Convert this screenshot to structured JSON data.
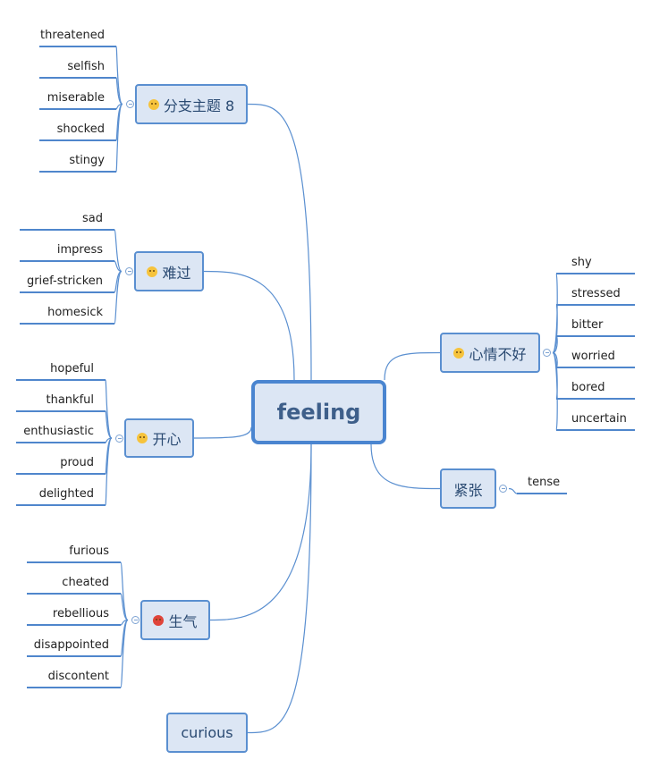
{
  "central": {
    "label": "feeling"
  },
  "branches": [
    {
      "label": "分支主题 8",
      "icon": "emoji-icon",
      "children": [
        "threatened",
        "selfish",
        "miserable",
        "shocked",
        "stingy"
      ]
    },
    {
      "label": "难过",
      "icon": "emoji-icon",
      "children": [
        "sad",
        "impress",
        "grief-stricken",
        "homesick"
      ]
    },
    {
      "label": "开心",
      "icon": "emoji-icon",
      "children": [
        "hopeful",
        "thankful",
        "enthusiastic",
        "proud",
        "delighted"
      ]
    },
    {
      "label": "生气",
      "icon": "emoji-icon",
      "children": [
        "furious",
        "cheated",
        "rebellious",
        "disappointed",
        "discontent"
      ]
    },
    {
      "label": "curious",
      "icon": null,
      "children": []
    },
    {
      "label": "心情不好",
      "icon": "emoji-icon",
      "children": [
        "shy",
        "stressed",
        "bitter",
        "worried",
        "bored",
        "uncertain"
      ]
    },
    {
      "label": "紧张",
      "icon": null,
      "children": [
        "tense"
      ]
    }
  ],
  "colors": {
    "line": "#5a8fd0",
    "node_fill": "#dce6f4",
    "text": "#2a4a72"
  }
}
